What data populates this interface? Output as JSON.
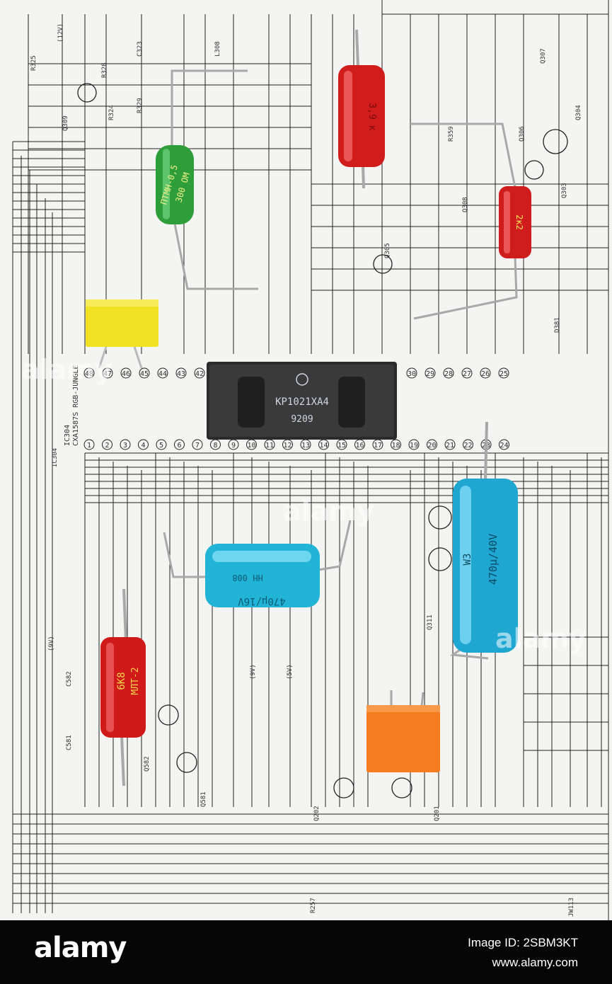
{
  "photo": {
    "chip_label": "КР1021ХА4",
    "chip_date": "9209",
    "chip_ref": "IC304",
    "chip_part": "CXA1587S RGB-JUNGLE",
    "green_resistor_label": "ПТМН-0,5",
    "green_resistor_value": "300 ОМ",
    "red_resistor_top_label": "3,9 к",
    "red_resistor_right_label": "2к2",
    "red_resistor_left_label": "6К8",
    "red_resistor_left_type": "МЛТ-2",
    "cap_blue_large_label": "470µ/40V",
    "cap_blue_large_mark": "W3",
    "cap_blue_small_label": "470µ/16V",
    "cap_blue_small_mark": "НН 008"
  },
  "footer": {
    "brand": "alamy",
    "stock_id": "Image ID: 2SBM3KT",
    "stock_url": "www.alamy.com"
  },
  "watermark": "alamy"
}
